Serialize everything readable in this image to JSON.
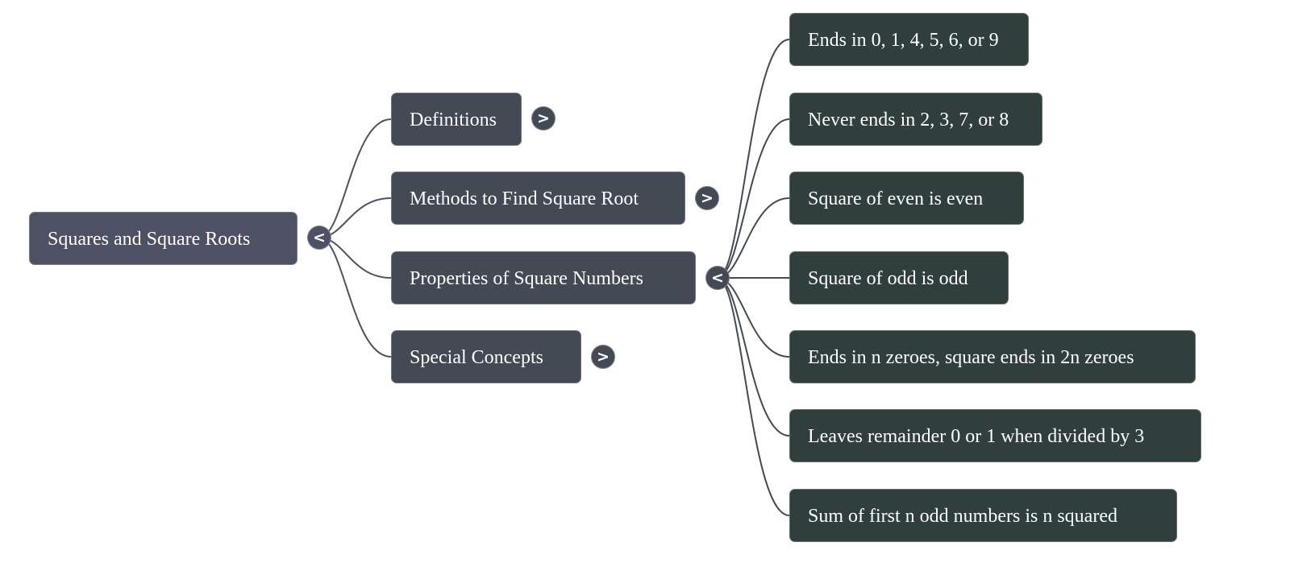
{
  "mindmap": {
    "root": {
      "label": "Squares and Square Roots",
      "toggle_icon": "<",
      "toggle_state": "expanded",
      "color": "#4e5064"
    },
    "branch_color": "#434a54",
    "leaf_color": "#313f3c",
    "edge_color_root": "#4e5064",
    "edge_color_branch": "#434a54",
    "children": [
      {
        "label": "Definitions",
        "toggle_icon": ">",
        "toggle_state": "collapsed",
        "children": []
      },
      {
        "label": "Methods to Find Square Root",
        "toggle_icon": ">",
        "toggle_state": "collapsed",
        "children": []
      },
      {
        "label": "Properties of Square Numbers",
        "toggle_icon": "<",
        "toggle_state": "expanded",
        "children": [
          {
            "label": "Ends in 0, 1, 4, 5, 6, or 9"
          },
          {
            "label": "Never ends in 2, 3, 7, or 8"
          },
          {
            "label": "Square of even is even"
          },
          {
            "label": "Square of odd is odd"
          },
          {
            "label": "Ends in n zeroes, square ends in 2n zeroes"
          },
          {
            "label": "Leaves remainder 0 or 1 when divided by 3"
          },
          {
            "label": "Sum of first n odd numbers is n squared"
          }
        ]
      },
      {
        "label": "Special Concepts",
        "toggle_icon": ">",
        "toggle_state": "collapsed",
        "children": []
      }
    ]
  }
}
